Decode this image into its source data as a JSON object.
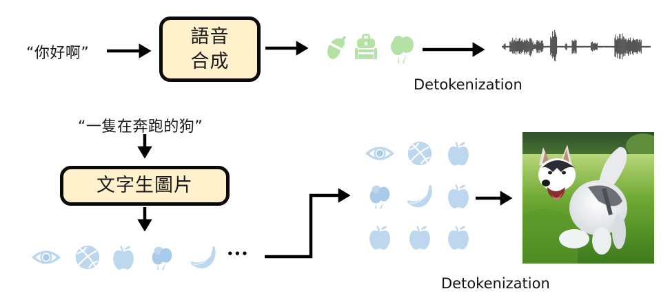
{
  "diagram": {
    "top_pipeline": {
      "input_text": "“你好啊”",
      "process_box": {
        "lines": [
          "語音",
          "合成"
        ]
      },
      "tokens": [
        {
          "icon": "acorn-icon"
        },
        {
          "icon": "backpack-icon"
        },
        {
          "icon": "balloons-icon"
        }
      ],
      "token_color": "#B3E2A4",
      "output": "audio-waveform",
      "caption": "Detokenization"
    },
    "bottom_pipeline": {
      "input_text": "“一隻在奔跑的狗”",
      "process_box": {
        "lines": [
          "文字生圖片"
        ]
      },
      "token_sequence": [
        {
          "icon": "eye-icon"
        },
        {
          "icon": "basketball-icon"
        },
        {
          "icon": "apple-icon"
        },
        {
          "icon": "balloons-icon"
        },
        {
          "icon": "banana-icon"
        }
      ],
      "ellipsis": "•••",
      "token_grid": [
        [
          "eye-icon",
          "basketball-icon",
          "apple-icon"
        ],
        [
          "balloons-icon",
          "banana-icon",
          "apple-icon"
        ],
        [
          "apple-icon",
          "apple-icon",
          "apple-icon"
        ]
      ],
      "token_color": "#BDD7EE",
      "token_color_dark": "#A8CBEA",
      "output": "husky-running-on-grass-photo",
      "caption": "Detokenization"
    },
    "box_fill": "#FFF1CC",
    "stroke": "#000000"
  }
}
